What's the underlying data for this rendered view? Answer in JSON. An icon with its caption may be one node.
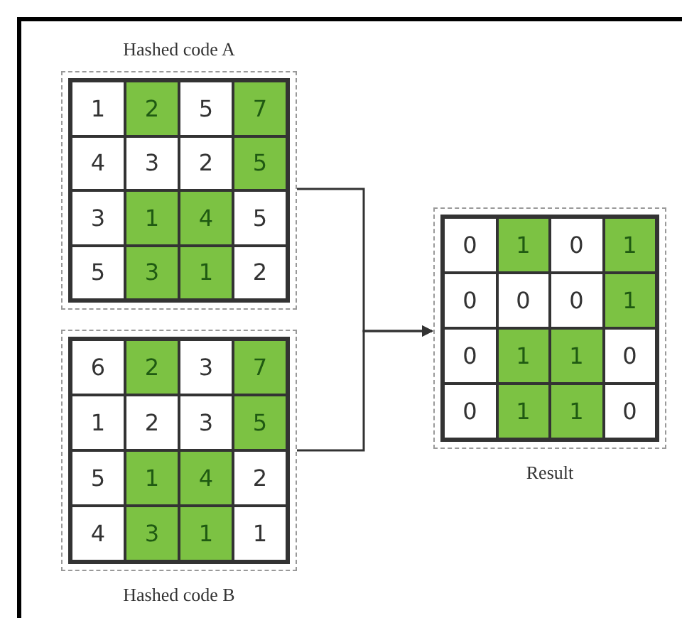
{
  "diagram": {
    "nodes": [
      {
        "text": [
          "Hashed code A"
        ]
      },
      {
        "text": [
          "1"
        ],
        "in": 0
      },
      {
        "text": [
          "2"
        ],
        "in": 0
      },
      {
        "text": [
          "5"
        ],
        "in": 0
      },
      {
        "text": [
          "7"
        ],
        "in": 0
      },
      {
        "text": [
          "4"
        ],
        "in": 0
      },
      {
        "text": [
          "3"
        ],
        "in": 0
      },
      {
        "text": [
          "2"
        ],
        "in": 0
      },
      {
        "text": [
          "5"
        ],
        "in": 0
      },
      {
        "text": [
          "3"
        ],
        "in": 0
      },
      {
        "text": [
          "1"
        ],
        "in": 0
      },
      {
        "text": [
          "4"
        ],
        "in": 0
      },
      {
        "text": [
          "5"
        ],
        "in": 0
      },
      {
        "text": [
          "5"
        ],
        "in": 0
      },
      {
        "text": [
          "3"
        ],
        "in": 0
      },
      {
        "text": [
          "1"
        ],
        "in": 0
      },
      {
        "text": [
          "2"
        ],
        "in": 0
      },
      {
        "text": [
          "Hashed code B"
        ]
      },
      {
        "text": [
          "6"
        ],
        "in": 17
      },
      {
        "text": [
          "2"
        ],
        "in": 17
      },
      {
        "text": [
          "3"
        ],
        "in": 17
      },
      {
        "text": [
          "7"
        ],
        "in": 17
      },
      {
        "text": [
          "1"
        ],
        "in": 17
      },
      {
        "text": [
          "2"
        ],
        "in": 17
      },
      {
        "text": [
          "3"
        ],
        "in": 17
      },
      {
        "text": [
          "5"
        ],
        "in": 17
      },
      {
        "text": [
          "5"
        ],
        "in": 17
      },
      {
        "text": [
          "1"
        ],
        "in": 17
      },
      {
        "text": [
          "4"
        ],
        "in": 17
      },
      {
        "text": [
          "2"
        ],
        "in": 17
      },
      {
        "text": [
          "4"
        ],
        "in": 17
      },
      {
        "text": [
          "3"
        ],
        "in": 17
      },
      {
        "text": [
          "1"
        ],
        "in": 17
      },
      {
        "text": [
          "1"
        ],
        "in": 17
      },
      {
        "text": [
          "Result"
        ]
      },
      {
        "text": [
          "0"
        ],
        "in": 34
      },
      {
        "text": [
          "1"
        ],
        "in": 34
      },
      {
        "text": [
          "0"
        ],
        "in": 34
      },
      {
        "text": [
          "1"
        ],
        "in": 34
      },
      {
        "text": [
          "0"
        ],
        "in": 34
      },
      {
        "text": [
          "0"
        ],
        "in": 34
      },
      {
        "text": [
          "0"
        ],
        "in": 34
      },
      {
        "text": [
          "1"
        ],
        "in": 34
      },
      {
        "text": [
          "0"
        ],
        "in": 34
      },
      {
        "text": [
          "1"
        ],
        "in": 34
      },
      {
        "text": [
          "1"
        ],
        "in": 34
      },
      {
        "text": [
          "0"
        ],
        "in": 34
      },
      {
        "text": [
          "0"
        ],
        "in": 34
      },
      {
        "text": [
          "1"
        ],
        "in": 34
      },
      {
        "text": [
          "1"
        ],
        "in": 34
      },
      {
        "text": [
          "0"
        ],
        "in": 34
      }
    ],
    "edges": [
      {
        "from": 0,
        "to": 34,
        "arrow": "to"
      },
      {
        "from": 17,
        "to": 34,
        "arrow": "to"
      }
    ]
  }
}
